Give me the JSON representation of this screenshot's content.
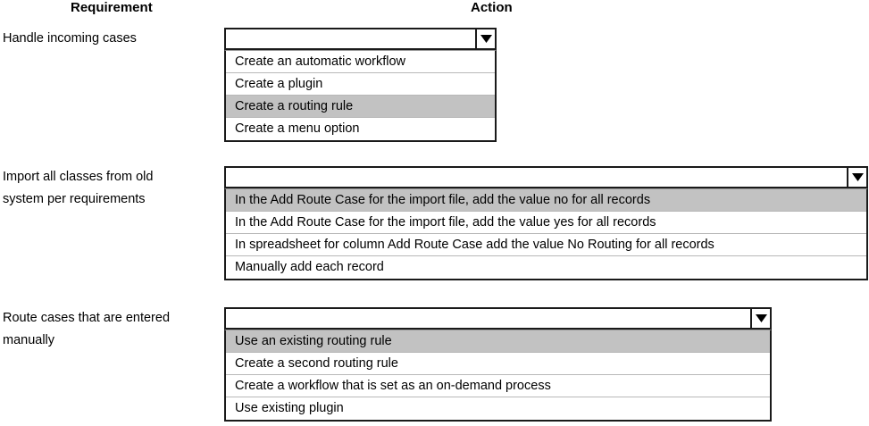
{
  "headers": {
    "requirement": "Requirement",
    "action": "Action"
  },
  "icons": {
    "dropdown_arrow": "chevron-down-icon"
  },
  "colors": {
    "border": "#1a1a1a",
    "selected_row": "#c2c2c2",
    "row_divider": "#b8b8b8",
    "background": "#ffffff",
    "text": "#000000"
  },
  "rows": [
    {
      "requirement": "Handle incoming cases",
      "field_value": "",
      "options": [
        {
          "label": "Create an automatic workflow",
          "selected": false
        },
        {
          "label": "Create a plugin",
          "selected": false
        },
        {
          "label": "Create a routing rule",
          "selected": true
        },
        {
          "label": "Create a menu option",
          "selected": false
        }
      ]
    },
    {
      "requirement": "Import all classes from old\nsystem per requirements",
      "field_value": "",
      "options": [
        {
          "label": "In the Add Route Case for the import file, add the value no for all records",
          "selected": true
        },
        {
          "label": "In the Add Route Case for the import file, add the value yes for all records",
          "selected": false
        },
        {
          "label": "In spreadsheet for column Add Route Case add the value No Routing for all records",
          "selected": false
        },
        {
          "label": "Manually add each record",
          "selected": false
        }
      ]
    },
    {
      "requirement": "Route cases that are entered\nmanually",
      "field_value": "",
      "options": [
        {
          "label": "Use an existing routing rule",
          "selected": true
        },
        {
          "label": "Create a second routing rule",
          "selected": false
        },
        {
          "label": "Create a workflow that is set as an on-demand process",
          "selected": false
        },
        {
          "label": "Use existing plugin",
          "selected": false
        }
      ]
    }
  ]
}
